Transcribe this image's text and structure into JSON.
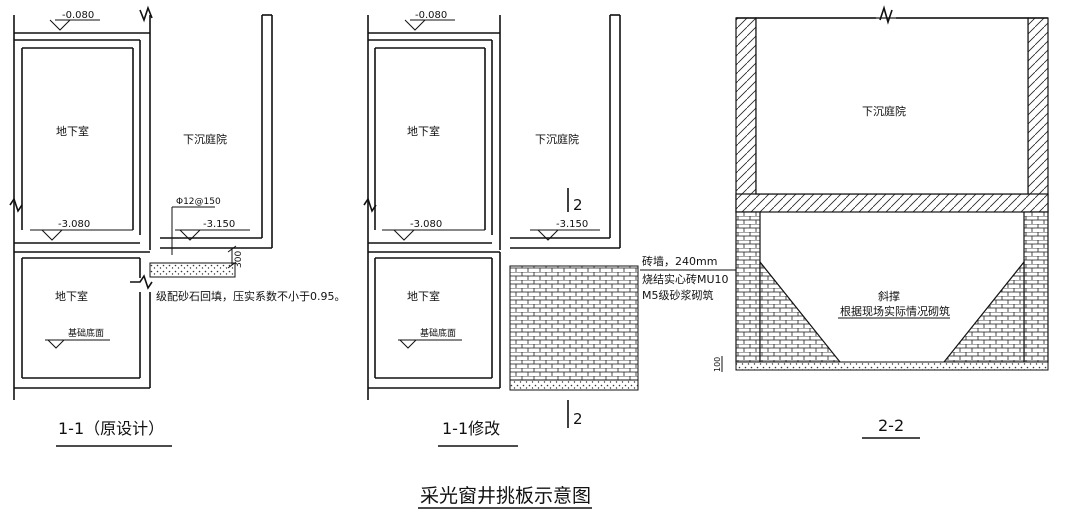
{
  "figure_title": "采光窗井挑板示意图",
  "panel_left": {
    "caption": "1-1（原设计）",
    "elev_top": "-0.080",
    "elev_mid": "-3.080",
    "elev_step": "-3.150",
    "room_upper": "地下室",
    "room_lower": "地下室",
    "courtyard": "下沉庭院",
    "rebar": "Φ12@150",
    "slab_thickness": "300",
    "slab_note": "级配砂石回填，压实系数不小于0.95。",
    "floor_label": "基础底面"
  },
  "panel_middle": {
    "caption": "1-1修改",
    "elev_top": "-0.080",
    "elev_mid": "-3.080",
    "elev_step": "-3.150",
    "room_upper": "地下室",
    "room_lower": "地下室",
    "courtyard": "下沉庭院",
    "floor_label": "基础底面",
    "section_mark": "2"
  },
  "panel_right": {
    "caption": "2-2",
    "courtyard": "下沉庭院",
    "wall_note_1": "砖墙，240mm",
    "wall_note_2": "烧结实心砖MU10",
    "wall_note_3": "M5级砂浆砌筑",
    "slope_title": "斜撑",
    "slope_note": "根据现场实际情况砌筑",
    "dim_label": "100"
  }
}
